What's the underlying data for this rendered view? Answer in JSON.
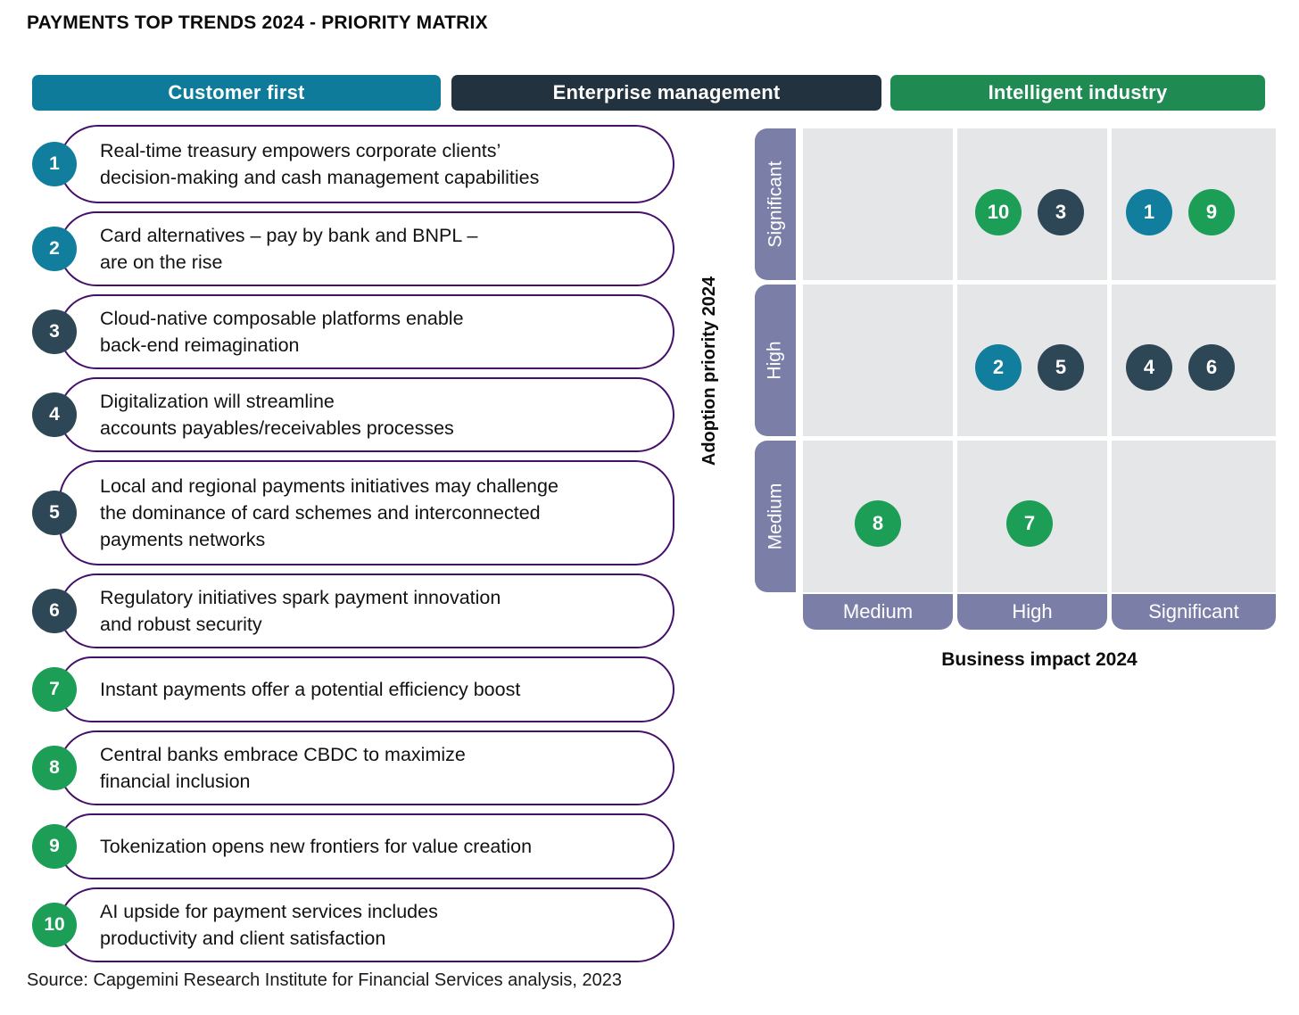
{
  "title": "PAYMENTS TOP TRENDS 2024 - PRIORITY MATRIX",
  "legend": {
    "items": [
      {
        "label": "Customer first",
        "color": "#0d7b99",
        "key": "customer-first"
      },
      {
        "label": "Enterprise management",
        "color": "#22333f",
        "key": "enterprise-management"
      },
      {
        "label": "Intelligent industry",
        "color": "#1f8a52",
        "key": "intelligent-industry"
      }
    ]
  },
  "trends": [
    {
      "number": "1",
      "category": "customer-first",
      "color": "#127e9e",
      "text": "Real-time treasury empowers corporate clients’\ndecision-making and cash management capabilities"
    },
    {
      "number": "2",
      "category": "customer-first",
      "color": "#127e9e",
      "text": "Card alternatives – pay by bank and BNPL –\nare on the rise"
    },
    {
      "number": "3",
      "category": "enterprise-management",
      "color": "#2e4756",
      "text": "Cloud-native composable platforms enable\nback-end reimagination"
    },
    {
      "number": "4",
      "category": "enterprise-management",
      "color": "#2e4756",
      "text": "Digitalization will streamline\naccounts payables/receivables processes"
    },
    {
      "number": "5",
      "category": "enterprise-management",
      "color": "#2e4756",
      "text": "Local and regional payments initiatives may challenge\nthe dominance of card schemes and interconnected\npayments networks"
    },
    {
      "number": "6",
      "category": "enterprise-management",
      "color": "#2e4756",
      "text": "Regulatory initiatives spark payment innovation\nand robust security"
    },
    {
      "number": "7",
      "category": "intelligent-industry",
      "color": "#1d9e57",
      "text": "Instant payments offer a potential efficiency boost"
    },
    {
      "number": "8",
      "category": "intelligent-industry",
      "color": "#1d9e57",
      "text": "Central banks embrace CBDC to maximize\nfinancial inclusion"
    },
    {
      "number": "9",
      "category": "intelligent-industry",
      "color": "#1d9e57",
      "text": "Tokenization opens new frontiers for value creation"
    },
    {
      "number": "10",
      "category": "intelligent-industry",
      "color": "#1d9e57",
      "text": "AI upside for payment services includes\nproductivity and client satisfaction"
    }
  ],
  "source": "Source: Capgemini Research Institute for Financial Services analysis, 2023",
  "chart_data": {
    "type": "scatter",
    "title": "PAYMENTS TOP TRENDS 2024 - PRIORITY MATRIX",
    "xlabel": "Business impact 2024",
    "ylabel": "Adoption priority 2024",
    "x_categories": [
      "Medium",
      "High",
      "Significant"
    ],
    "y_categories": [
      "Medium",
      "High",
      "Significant"
    ],
    "grid": true,
    "legend_position": "top",
    "cell_color": "#e4e6e8",
    "axis_tick_color": "#7b7fa8",
    "points": [
      {
        "label": "1",
        "x": "Significant",
        "y": "Significant",
        "series": "Customer first",
        "color": "#127e9e"
      },
      {
        "label": "9",
        "x": "Significant",
        "y": "Significant",
        "series": "Intelligent industry",
        "color": "#1d9e57"
      },
      {
        "label": "10",
        "x": "High",
        "y": "Significant",
        "series": "Intelligent industry",
        "color": "#1d9e57"
      },
      {
        "label": "3",
        "x": "High",
        "y": "Significant",
        "series": "Enterprise management",
        "color": "#2e4756"
      },
      {
        "label": "2",
        "x": "High",
        "y": "High",
        "series": "Customer first",
        "color": "#127e9e"
      },
      {
        "label": "5",
        "x": "High",
        "y": "High",
        "series": "Enterprise management",
        "color": "#2e4756"
      },
      {
        "label": "4",
        "x": "Significant",
        "y": "High",
        "series": "Enterprise management",
        "color": "#2e4756"
      },
      {
        "label": "6",
        "x": "Significant",
        "y": "High",
        "series": "Enterprise management",
        "color": "#2e4756"
      },
      {
        "label": "8",
        "x": "Medium",
        "y": "Medium",
        "series": "Intelligent industry",
        "color": "#1d9e57"
      },
      {
        "label": "7",
        "x": "High",
        "y": "Medium",
        "series": "Intelligent industry",
        "color": "#1d9e57"
      }
    ],
    "series": [
      {
        "name": "Customer first",
        "color": "#0d7b99",
        "members": [
          "1",
          "2"
        ]
      },
      {
        "name": "Enterprise management",
        "color": "#22333f",
        "members": [
          "3",
          "4",
          "5",
          "6"
        ]
      },
      {
        "name": "Intelligent industry",
        "color": "#1f8a52",
        "members": [
          "7",
          "8",
          "9",
          "10"
        ]
      }
    ]
  }
}
